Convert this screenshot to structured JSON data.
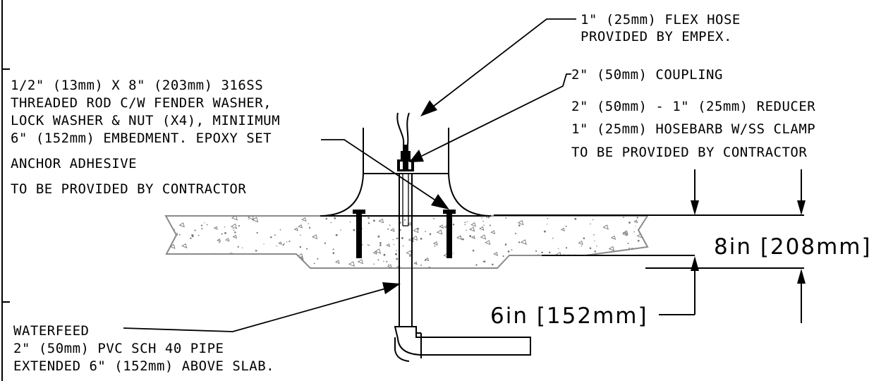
{
  "notes": {
    "flex_hose": [
      "1\" (25mm) FLEX HOSE",
      "PROVIDED BY EMPEX."
    ],
    "threaded_rod": [
      "1/2\" (13mm) X 8\" (203mm) 316SS",
      "THREADED ROD C/W FENDER WASHER,",
      "LOCK WASHER & NUT (X4), MINIIMUM",
      "6\" (152mm) EMBEDMENT. EPOXY SET",
      "ANCHOR ADHESIVE",
      "TO BE PROVIDED BY CONTRACTOR"
    ],
    "coupling": [
      "2\" (50mm) COUPLING",
      "2\" (50mm) - 1\" (25mm) REDUCER",
      "1\" (25mm) HOSEBARB W/SS CLAMP",
      "TO BE PROVIDED BY CONTRACTOR"
    ],
    "waterfeed": [
      "WATERFEED",
      "2\" (50mm) PVC SCH 40 PIPE",
      "EXTENDED 6\" (152mm) ABOVE SLAB."
    ]
  },
  "dimensions": {
    "slab_thickness": "8in [208mm]",
    "embedment": "6in [152mm]"
  }
}
